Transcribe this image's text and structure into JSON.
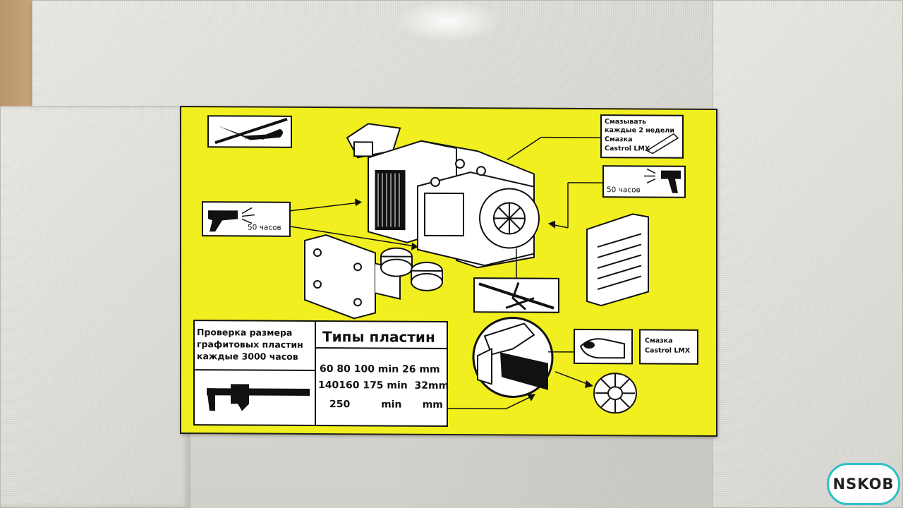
{
  "label": {
    "oil_icon_text": "масло",
    "grease_box": {
      "line1": "Смазывать",
      "line2": "каждые 2 недели",
      "line3": "Смазка",
      "line4": "Castrol LMX"
    },
    "spray_right_hours": "50 часов",
    "spray_left_hours": "50 часов",
    "check_box": {
      "line1": "Проверка размера",
      "line2": "графитовых пластин",
      "line3": "каждые 3000 часов"
    },
    "plate_types": {
      "title": "Типы пластин",
      "row1": "60 80 100 min 26 mm",
      "row2": "140160 175 min  32mm",
      "row3": "250         min      mm"
    },
    "grease_small": {
      "line1": "Смазка",
      "line2": "Castrol LMX"
    },
    "background_color": "#f1ef1f"
  },
  "watermark": {
    "text": "NSKOB",
    "border_color": "#2fc0c9"
  }
}
